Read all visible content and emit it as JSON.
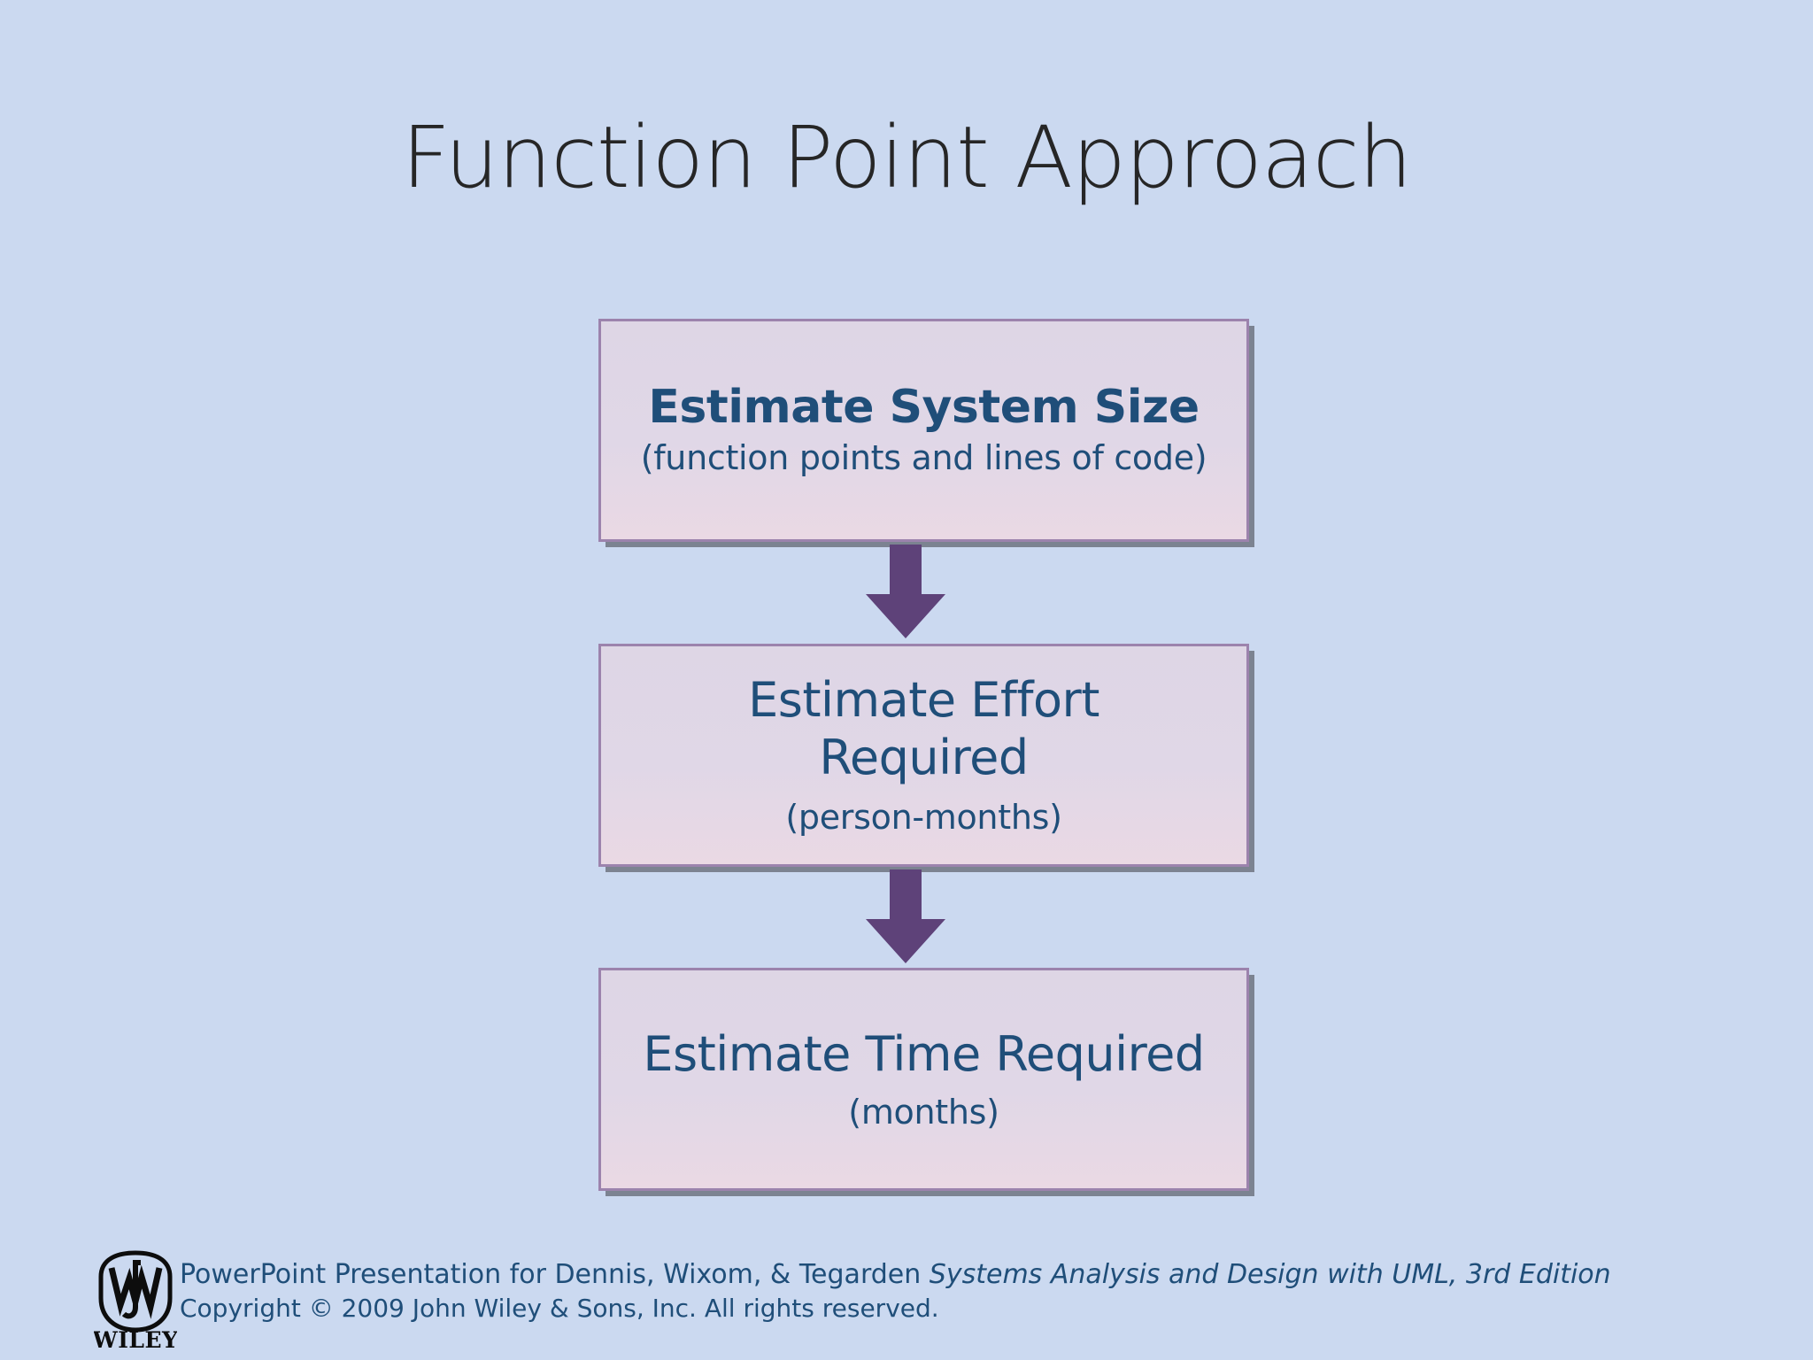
{
  "slide": {
    "title": "Function Point Approach",
    "background_color": "#cbd9f0",
    "title_color": "#262626"
  },
  "diagram": {
    "type": "flowchart",
    "accent_color": "#5e4279",
    "box_border_color": "#9c83ad",
    "box_fill_color": "#ded6e5",
    "box_text_color": "#1f4e79",
    "boxes": [
      {
        "title": "Estimate System Size",
        "subtitle": "(function points and lines of code)"
      },
      {
        "title_line1": "Estimate Effort",
        "title_line2": "Required",
        "subtitle": "(person-months)"
      },
      {
        "title": "Estimate Time Required",
        "subtitle": "(months)"
      }
    ],
    "arrows": [
      {
        "name": "arrow-box1-to-box2",
        "direction": "down"
      },
      {
        "name": "arrow-box2-to-box3",
        "direction": "down"
      }
    ]
  },
  "footer": {
    "logo_word": "WILEY",
    "line1_prefix": "PowerPoint Presentation for Dennis, Wixom, & Tegarden ",
    "line1_italic": "Systems Analysis and Design with UML, 3rd Edition",
    "line2": "Copyright © 2009 John Wiley & Sons, Inc.  All rights reserved.",
    "text_color": "#1f4e79"
  }
}
